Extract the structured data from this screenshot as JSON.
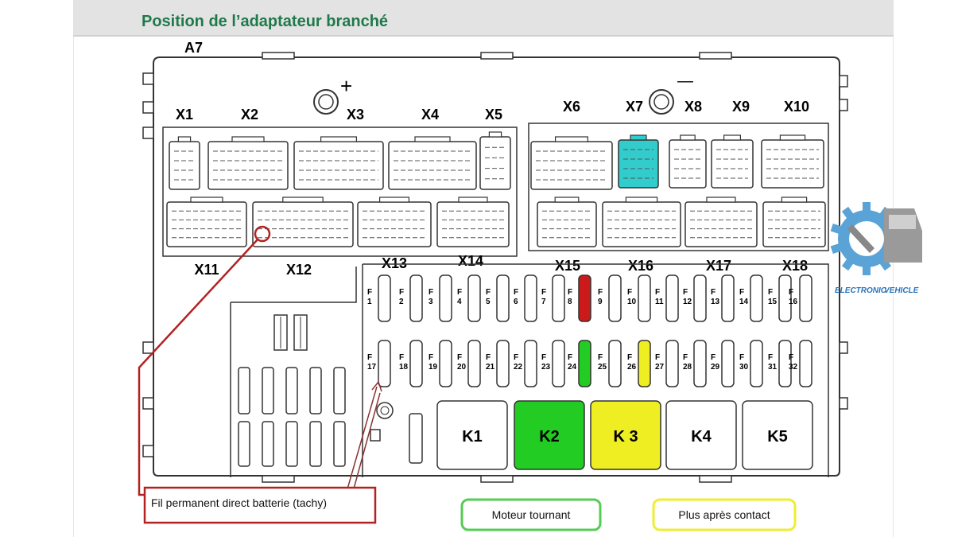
{
  "title": "Position de l’adaptateur branché",
  "box_label": "A7",
  "plus_sign": "+",
  "minus_sign": "—",
  "connectors_top": [
    "X1",
    "X2",
    "X3",
    "X4",
    "X5",
    "X6",
    "X7",
    "X8",
    "X9",
    "X10"
  ],
  "connectors_bottom": [
    "X11",
    "X12",
    "X13",
    "X14",
    "X15",
    "X16",
    "X17",
    "X18"
  ],
  "fuses_row1": [
    "1",
    "2",
    "3",
    "4",
    "5",
    "6",
    "7",
    "8",
    "9",
    "10",
    "11",
    "12",
    "13",
    "14",
    "15",
    "16"
  ],
  "fuses_row2": [
    "17",
    "18",
    "19",
    "20",
    "21",
    "22",
    "23",
    "24",
    "25",
    "26",
    "27",
    "28",
    "29",
    "30",
    "31",
    "32"
  ],
  "fuse_prefix": "F",
  "relays": [
    "K1",
    "K2",
    "K3",
    "K4",
    "K5"
  ],
  "highlights": {
    "connector_cyan": "X7",
    "fuse_red": "8",
    "fuse_green": "24",
    "fuse_yellow": "26",
    "relay_green": "K2",
    "relay_yellow": "K 3"
  },
  "colors": {
    "title_green": "#1f7a4a",
    "cyan": "#33cccc",
    "red": "#cc1a1a",
    "green": "#22cc22",
    "yellow": "#eeee22",
    "annotation_red": "#b22222"
  },
  "legend": {
    "battery_wire": "Fil permanent direct batterie (tachy)",
    "engine_running": "Moteur tournant",
    "ignition_on": "Plus après contact"
  },
  "logo": {
    "text_a": "ELECTRONIC",
    "text_b": "VEHICLE",
    "icon": "gear-wrench-car-icon"
  }
}
